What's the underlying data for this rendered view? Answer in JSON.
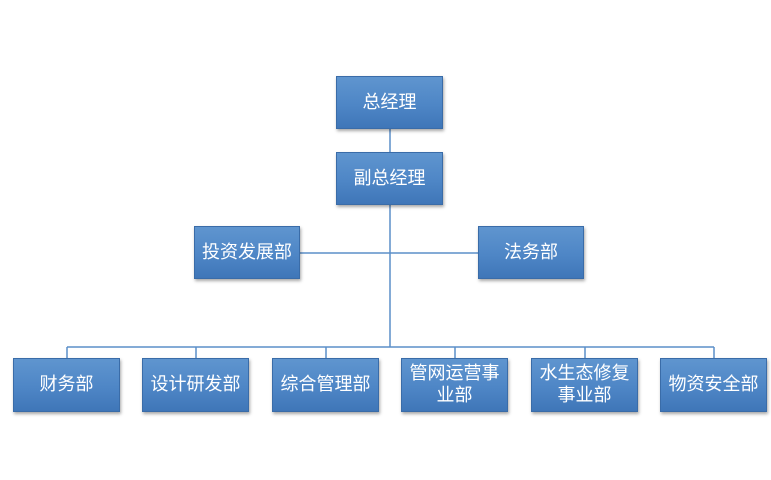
{
  "colors": {
    "box_fill": "#4f87c7",
    "box_border": "#3a6ca8",
    "box_text": "#ffffff",
    "connector": "#5b8fc9"
  },
  "org_chart": {
    "general_manager": "总经理",
    "deputy_general_manager": "副总经理",
    "staff_departments": [
      "投资发展部",
      "法务部"
    ],
    "departments": [
      "财务部",
      "设计研发部",
      "综合管理部",
      "管网运营事业部",
      "水生态修复事业部",
      "物资安全部"
    ]
  }
}
